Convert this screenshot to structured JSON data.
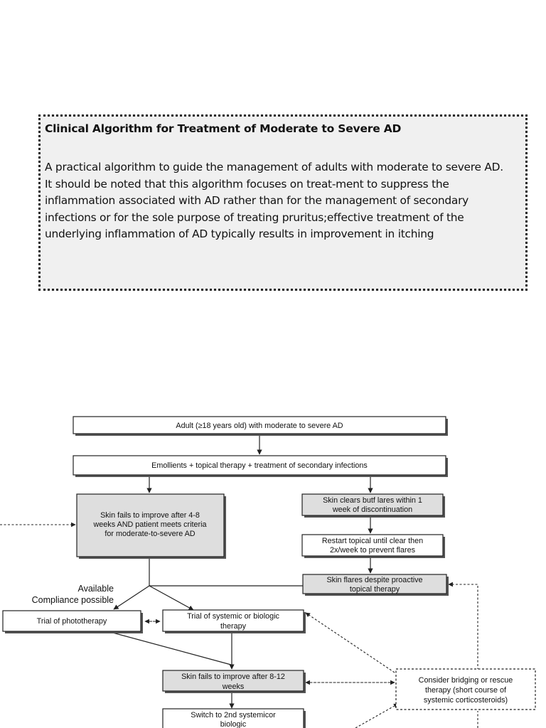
{
  "caption": {
    "title": "Clinical Algorithm for Treatment of Moderate to Severe AD",
    "lines": [
      "A practical algorithm to guide the management of adults with moderate to severe AD.",
      "It should be noted that this algorithm focuses on treat-ment to suppress the",
      "inflammation associated with AD rather than for the management of secondary",
      "infections or for the sole purpose of treating pruritus;effective treatment of the",
      "underlying inflammation of AD typically results in improvement in itching"
    ]
  },
  "flowchart": {
    "adult": [
      "Adult (≥18 years old) with moderate to severe AD"
    ],
    "emollients": [
      "Emollients + topical therapy + treatment of secondary infections"
    ],
    "skin_fails_4_8": [
      "Skin fails to improve after 4-8",
      "weeks AND patient meets criteria",
      "for moderate-to-severe AD"
    ],
    "skin_clears": [
      "Skin clears butf lares within 1",
      "week of discontinuation"
    ],
    "restart_topical": [
      "Restart topical until clear then",
      "2x/week to prevent flares"
    ],
    "skin_flares": [
      "Skin flares despite proactive",
      "topical therapy"
    ],
    "phototherapy": [
      "Trial of phototherapy"
    ],
    "systemic_trial": [
      "Trial of systemic or biologic",
      "therapy"
    ],
    "skin_fails_8_12": [
      "Skin fails to improve after 8-12",
      "weeks"
    ],
    "switch": [
      "Switch to 2nd systemicor",
      "biologic"
    ],
    "bridging": [
      "Consider bridging or rescue",
      "therapy (short course of",
      "systemic corticosteroids)"
    ],
    "branch_label": [
      "Available",
      "Compliance possible"
    ]
  }
}
